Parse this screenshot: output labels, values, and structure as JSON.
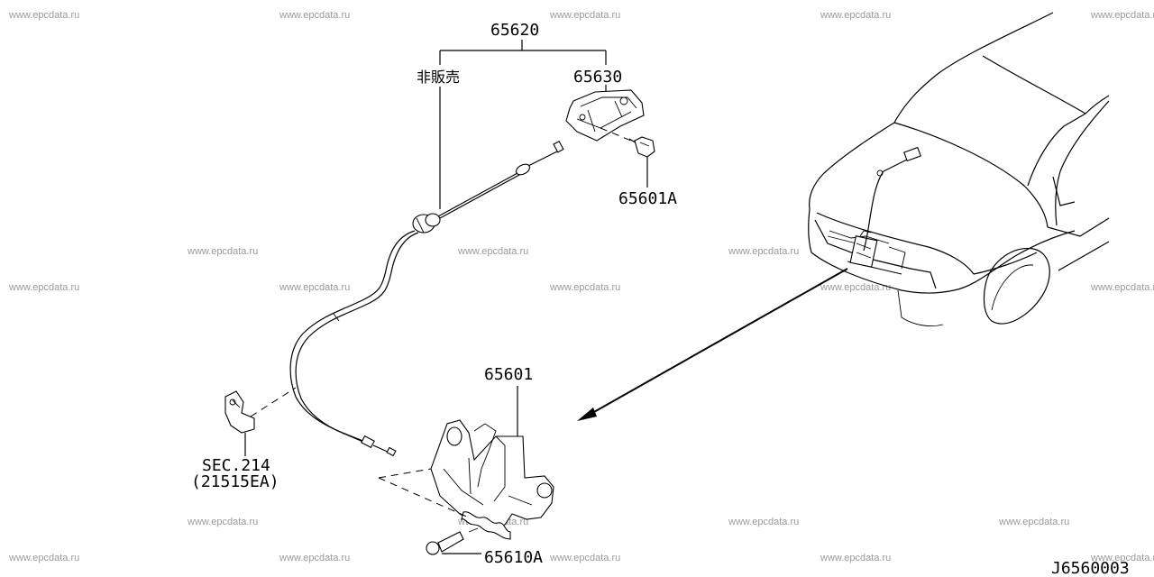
{
  "diagram": {
    "callouts": {
      "assembly": "65620",
      "not_sold": "非販売",
      "lock_upper": "65630",
      "bolt_upper": "65601A",
      "hood_lock": "65601",
      "bolt_lower": "65610A",
      "sec_ref": "SEC.214",
      "sec_part": "(21515EA)"
    },
    "diagram_code": "J6560003",
    "watermark": "www.epcdata.ru"
  }
}
